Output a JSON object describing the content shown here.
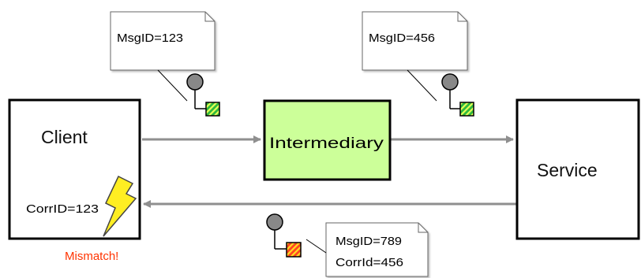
{
  "colors": {
    "arrow": "#8f8f8f",
    "intermediary_fill": "#ccff99",
    "mismatch_text": "#ff3300",
    "lightning_fill": "#ffee22",
    "correct_marker_fill": "#2db83d",
    "wrong_marker_fill": "#ff4422"
  },
  "client": {
    "label": "Client",
    "correlation_id": "CorrID=123",
    "alert": "Mismatch!"
  },
  "intermediary": {
    "label": "Intermediary"
  },
  "service": {
    "label": "Service"
  },
  "notes": {
    "request_in": {
      "line1": "MsgID=123"
    },
    "request_out": {
      "line1": "MsgID=456"
    },
    "reply": {
      "line1": "MsgID=789",
      "line2": "CorrId=456"
    }
  }
}
